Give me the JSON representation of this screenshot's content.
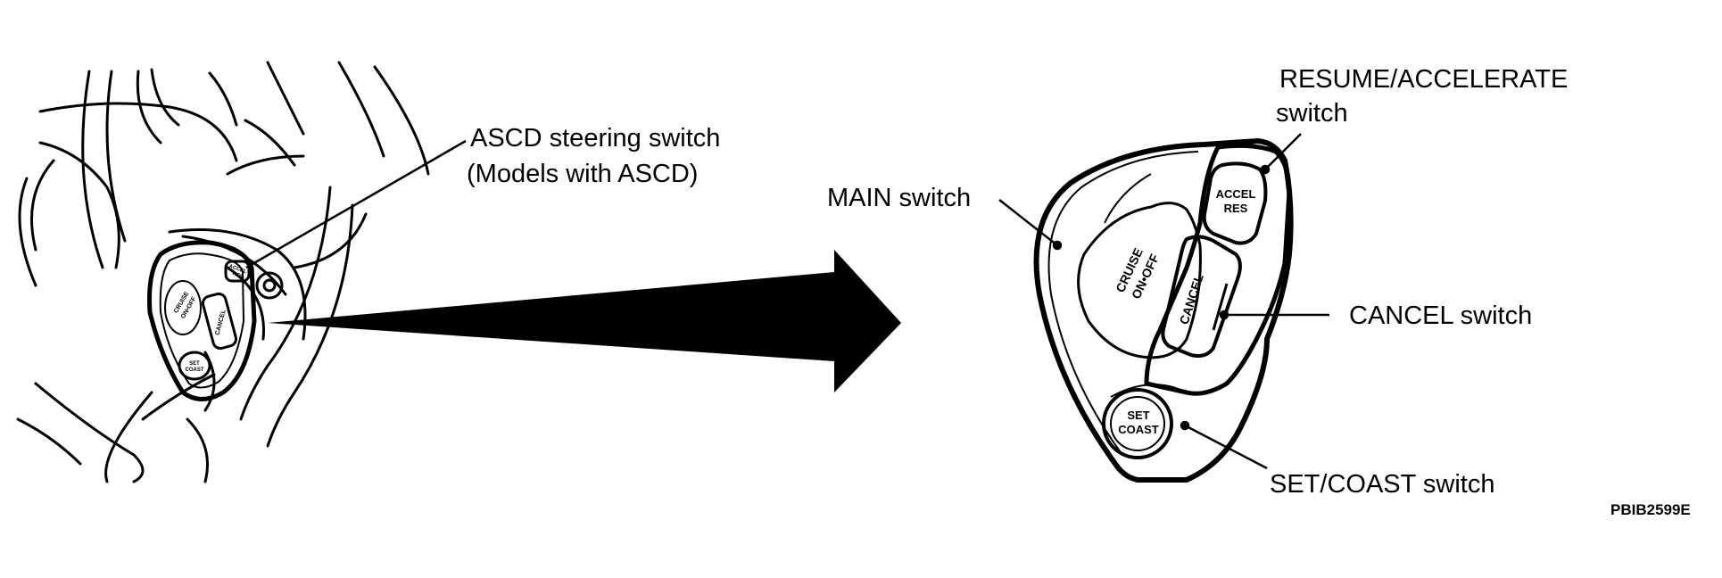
{
  "labels": {
    "steering_switch_line1": "ASCD steering switch",
    "steering_switch_line2": "(Models with ASCD)",
    "main_switch": "MAIN switch",
    "resume_line1": "RESUME/ACCELERATE",
    "resume_line2": "switch",
    "cancel_switch": "CANCEL switch",
    "set_coast_switch": "SET/COAST switch"
  },
  "buttons": {
    "cruise_line1": "CRUISE",
    "cruise_line2": "ON•OFF",
    "accel_line1": "ACCEL",
    "accel_line2": "RES",
    "cancel": "CANCEL",
    "set_line1": "SET",
    "set_line2": "COAST"
  },
  "small_buttons": {
    "cruise_line1": "CRUISE",
    "cruise_line2": "ON•OFF",
    "accel_line1": "ACCEL",
    "accel_line2": "RES",
    "cancel": "CANCEL",
    "set_line1": "SET",
    "set_line2": "COAST"
  },
  "figure_code": "PBIB2599E",
  "colors": {
    "ink": "#000000",
    "background": "#ffffff"
  }
}
